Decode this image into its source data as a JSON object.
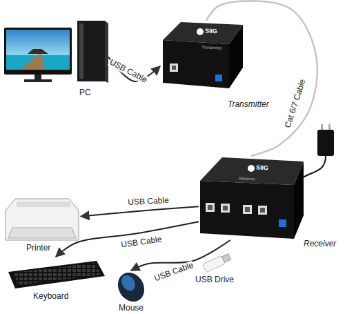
{
  "diagram": {
    "nodes": [
      {
        "text": [
          "PC"
        ]
      },
      {
        "text": [
          "Transmitter"
        ]
      },
      {
        "text": [
          "Receiver"
        ]
      },
      {
        "text": [
          "Printer"
        ]
      },
      {
        "text": [
          "Keyboard"
        ]
      },
      {
        "text": [
          "Mouse"
        ]
      },
      {
        "text": [
          "USB Drive"
        ]
      }
    ],
    "edges": [
      {
        "from": 0,
        "to": 1,
        "label": "USB Cable",
        "arrow": "to"
      },
      {
        "from": 1,
        "to": 2,
        "label": "Cat 6/7 Cable",
        "arrow": "none"
      },
      {
        "from": 2,
        "to": 3,
        "label": "USB Cable",
        "arrow": "to"
      },
      {
        "from": 2,
        "to": 4,
        "label": "USB Cable",
        "arrow": "to"
      },
      {
        "from": 2,
        "to": 5,
        "label": "USB Cable",
        "arrow": "to"
      }
    ],
    "labels": [
      "SIIG",
      "Transmitter",
      "SIIG",
      "Receiver"
    ]
  }
}
